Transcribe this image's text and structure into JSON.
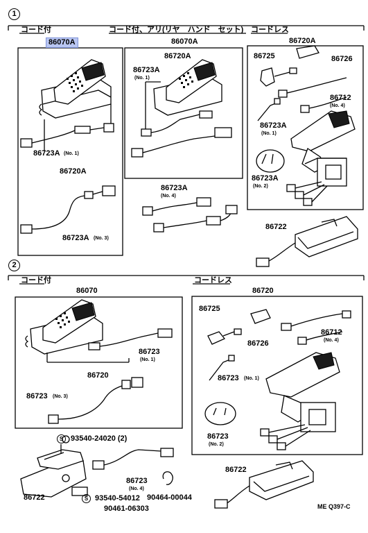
{
  "section1": {
    "number": "1",
    "header_left": "コード付",
    "header_middle": "コード付、アリ(リヤ　ハンド　セット)",
    "header_right": "コードレス",
    "title_left": "86070A",
    "title_middle": "86070A",
    "labels": {
      "a_86723A_no1": "86723A",
      "a_86723A_no1_sub": "(No. 1)",
      "a_86720A": "86720A",
      "a_86723A_no3": "86723A",
      "a_86723A_no3_sub": "(No. 3)",
      "m_86720A": "86720A",
      "m_86723A_no1": "86723A",
      "m_86723A_no1_sub": "(No. 1)",
      "m_86723A_no4": "86723A",
      "m_86723A_no4_sub": "(No. 4)",
      "r_86720A": "86720A",
      "r_86725": "86725",
      "r_86726": "86726",
      "r_86712": "86712",
      "r_86712_sub": "(No. 4)",
      "r_86723A_no1": "86723A",
      "r_86723A_no1_sub": "(No. 1)",
      "r_86723A_no2": "86723A",
      "r_86723A_no2_sub": "(No. 2)",
      "r_86722": "86722"
    }
  },
  "section2": {
    "number": "2",
    "header_left": "コード付",
    "header_right": "コードレス",
    "title_left": "86070",
    "title_right": "86720",
    "labels": {
      "l_86723_no1": "86723",
      "l_86723_no1_sub": "(No. 1)",
      "l_86720": "86720",
      "l_86723_no3": "86723",
      "l_86723_no3_sub": "(No. 3)",
      "screw1": "93540-24020 (2)",
      "screw2": "93540-54012",
      "b_86722": "86722",
      "b_86723": "86723",
      "b_86723_sub": "(No. 4)",
      "clamp": "90464-00044",
      "bolt": "90461-06303",
      "r_86725": "86725",
      "r_86726": "86726",
      "r_86712": "86712",
      "r_86712_sub": "(No. 4)",
      "r_86723_no1": "86723",
      "r_86723_no1_sub": "(No. 1)",
      "r_86723_no2": "86723",
      "r_86723_no2_sub": "(No. 2)",
      "r_86722": "86722"
    }
  },
  "footer_code": "ME  Q397-C",
  "screw_symbol": "S",
  "highlight_color": "#b9c6f2"
}
